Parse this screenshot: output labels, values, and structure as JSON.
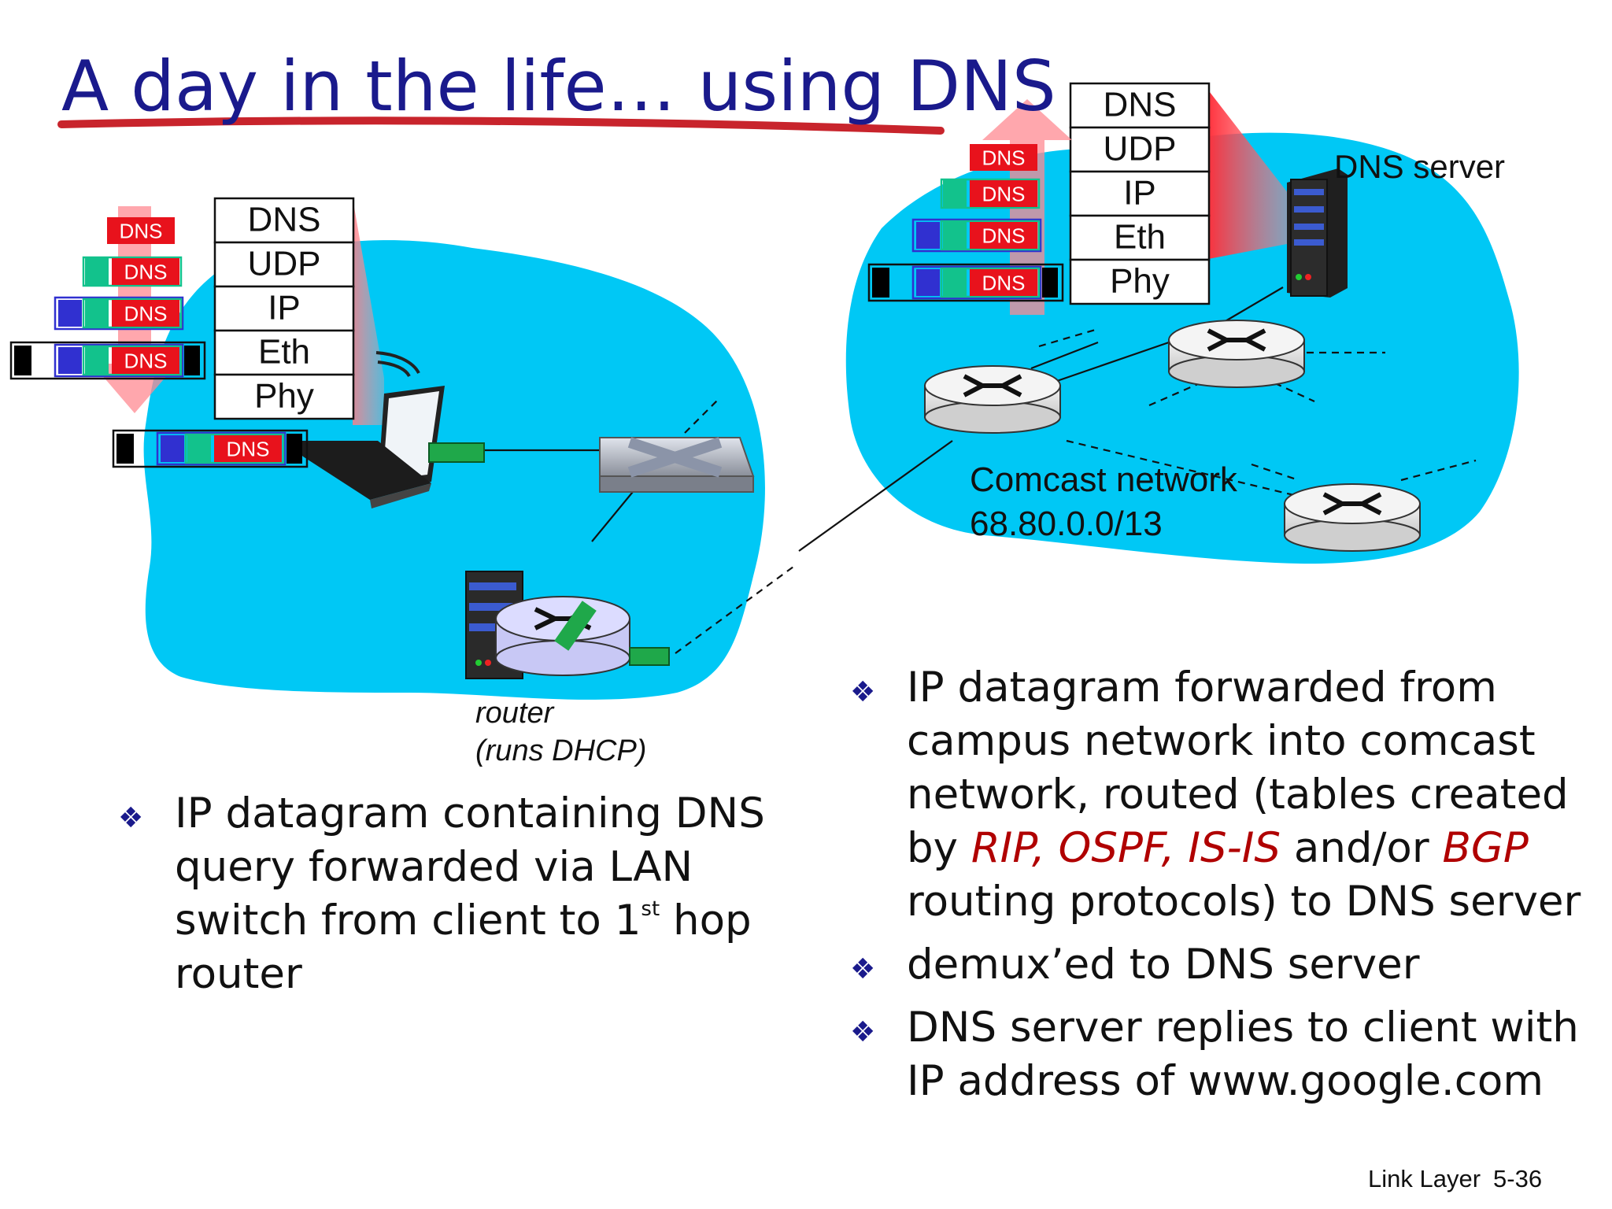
{
  "slide": {
    "title": "A day in the life… using DNS",
    "footer_left": "Link Layer",
    "footer_right": "5-36"
  },
  "stack_layers": [
    "DNS",
    "UDP",
    "IP",
    "Eth",
    "Phy"
  ],
  "frame_label": "DNS",
  "labels": {
    "dns_server": "DNS server",
    "comcast_network": "Comcast network",
    "comcast_prefix": "68.80.0.0/13",
    "router": "router",
    "router_sub": "(runs DHCP)"
  },
  "bullets_left": [
    {
      "pre": "IP datagram containing DNS query forwarded via LAN switch from client to 1",
      "sup": "st",
      "post": " hop router"
    }
  ],
  "bullets_right": [
    {
      "t1": "IP datagram forwarded from campus network into comcast network, routed (tables created by ",
      "r1": "RIP, OSPF, IS-IS",
      "t2": " and/or ",
      "r2": "BGP",
      "t3": " routing protocols) to DNS server"
    },
    {
      "text": "demux’ed to DNS server"
    },
    {
      "text": "DNS server replies to client with IP address of www.google.com"
    }
  ],
  "colors": {
    "cloud": "#00c8f5",
    "title": "#1a1a8c",
    "dns_red": "#e8121c",
    "seg_green": "#12c28c",
    "seg_blue": "#3030d0",
    "seg_black": "#000000",
    "highlight_red": "#b00000"
  }
}
